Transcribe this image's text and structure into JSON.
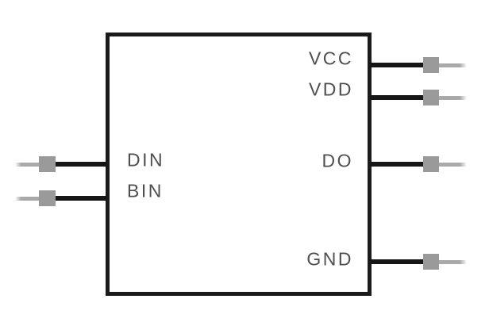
{
  "diagram": {
    "type": "ic-pinout-schematic",
    "colors": {
      "background": "#ffffff",
      "outline": "#1b1b1b",
      "pin_line": "#161616",
      "terminal": "#9a9a9a",
      "stub": "#a9a9a9",
      "label_text": "#4f4f4f"
    },
    "pins": {
      "left": [
        {
          "label": "DIN"
        },
        {
          "label": "BIN"
        }
      ],
      "right": [
        {
          "label": "VCC"
        },
        {
          "label": "VDD"
        },
        {
          "label": "DO"
        },
        {
          "label": "GND"
        }
      ]
    }
  }
}
